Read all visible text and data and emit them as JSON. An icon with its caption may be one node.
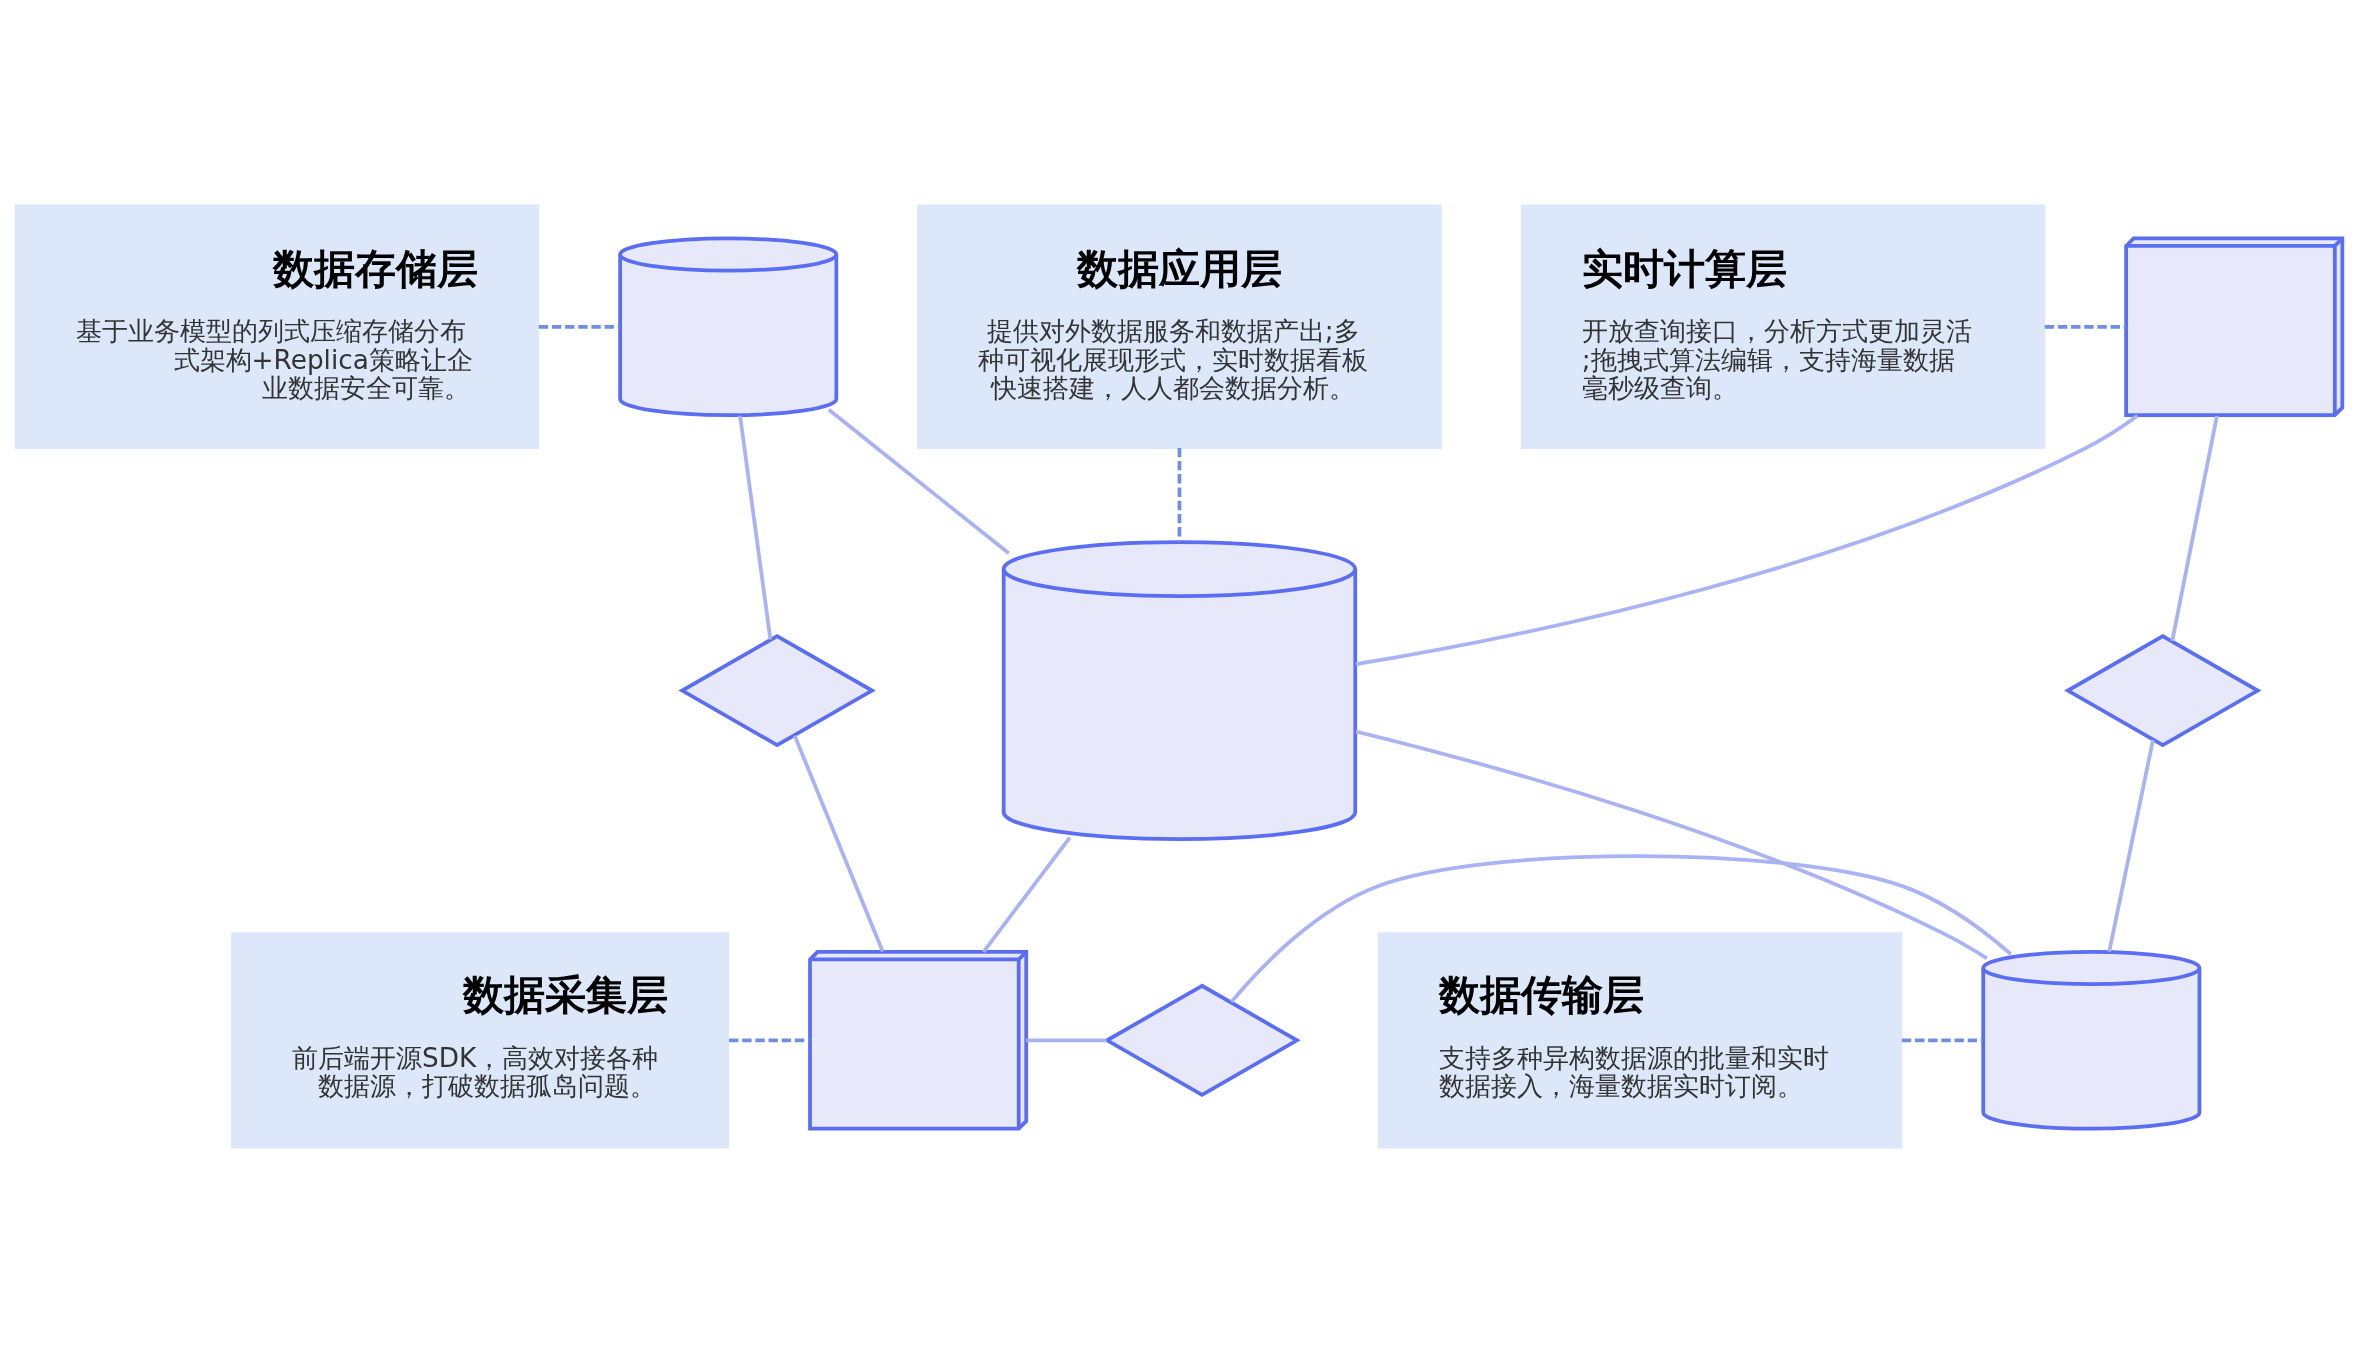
{
  "diagram": {
    "nodes": [
      {
        "text": [
          "数据应用层",
          "提供对外数据服务和数据产出;多种可视化展现形式，实时数据看板快速搭建，人人都会数据分析。"
        ]
      },
      {
        "text": [
          "数据存储层",
          "基于业务模型的列式压缩存储分布式架构+Replica策略让企业数据安全可靠。"
        ]
      },
      {
        "text": [
          "实时计算层",
          "开放查询接口，分析方式更加灵活;拖拽式算法编辑，支持海量数据毫秒级查询。"
        ]
      },
      {
        "text": [
          "数据采集层",
          "前后端开源SDK，高效对接各种数据源，打破数据孤岛问题。"
        ]
      },
      {
        "text": [
          "数据传输层",
          "支持多种异构数据源的批量和实时数据接入，海量数据实时订阅。"
        ]
      },
      {
        "text": [],
        "shape": "picture"
      },
      {
        "text": [],
        "shape": "picture"
      },
      {
        "text": [],
        "shape": "picture"
      },
      {
        "text": [],
        "shape": "picture"
      },
      {
        "text": [],
        "shape": "picture"
      },
      {
        "text": [],
        "shape": "picture"
      },
      {
        "text": [],
        "shape": "picture"
      },
      {
        "text": [],
        "shape": "picture"
      }
    ],
    "edges": [
      {
        "from": 0,
        "to": 6,
        "arrow": "none",
        "style": "dashed"
      },
      {
        "from": 1,
        "to": 5,
        "arrow": "none",
        "style": "dashed"
      },
      {
        "from": 2,
        "to": 7,
        "arrow": "none",
        "style": "dashed"
      },
      {
        "from": 3,
        "to": 10,
        "arrow": "none",
        "style": "dashed"
      },
      {
        "from": 4,
        "to": 12,
        "arrow": "none",
        "style": "dashed"
      },
      {
        "from": 5,
        "to": 6,
        "arrow": "none"
      },
      {
        "from": 7,
        "to": 6,
        "arrow": "none"
      },
      {
        "from": 10,
        "to": 6,
        "arrow": "none"
      },
      {
        "from": 12,
        "to": 6,
        "arrow": "none"
      },
      {
        "from": 5,
        "to": 8,
        "arrow": "none"
      },
      {
        "from": 8,
        "to": 10,
        "arrow": "none"
      },
      {
        "from": 7,
        "to": 9,
        "arrow": "none"
      },
      {
        "from": 9,
        "to": 12,
        "arrow": "none"
      },
      {
        "from": 10,
        "to": 11,
        "arrow": "none"
      },
      {
        "from": 11,
        "to": 12,
        "arrow": "none"
      }
    ]
  }
}
